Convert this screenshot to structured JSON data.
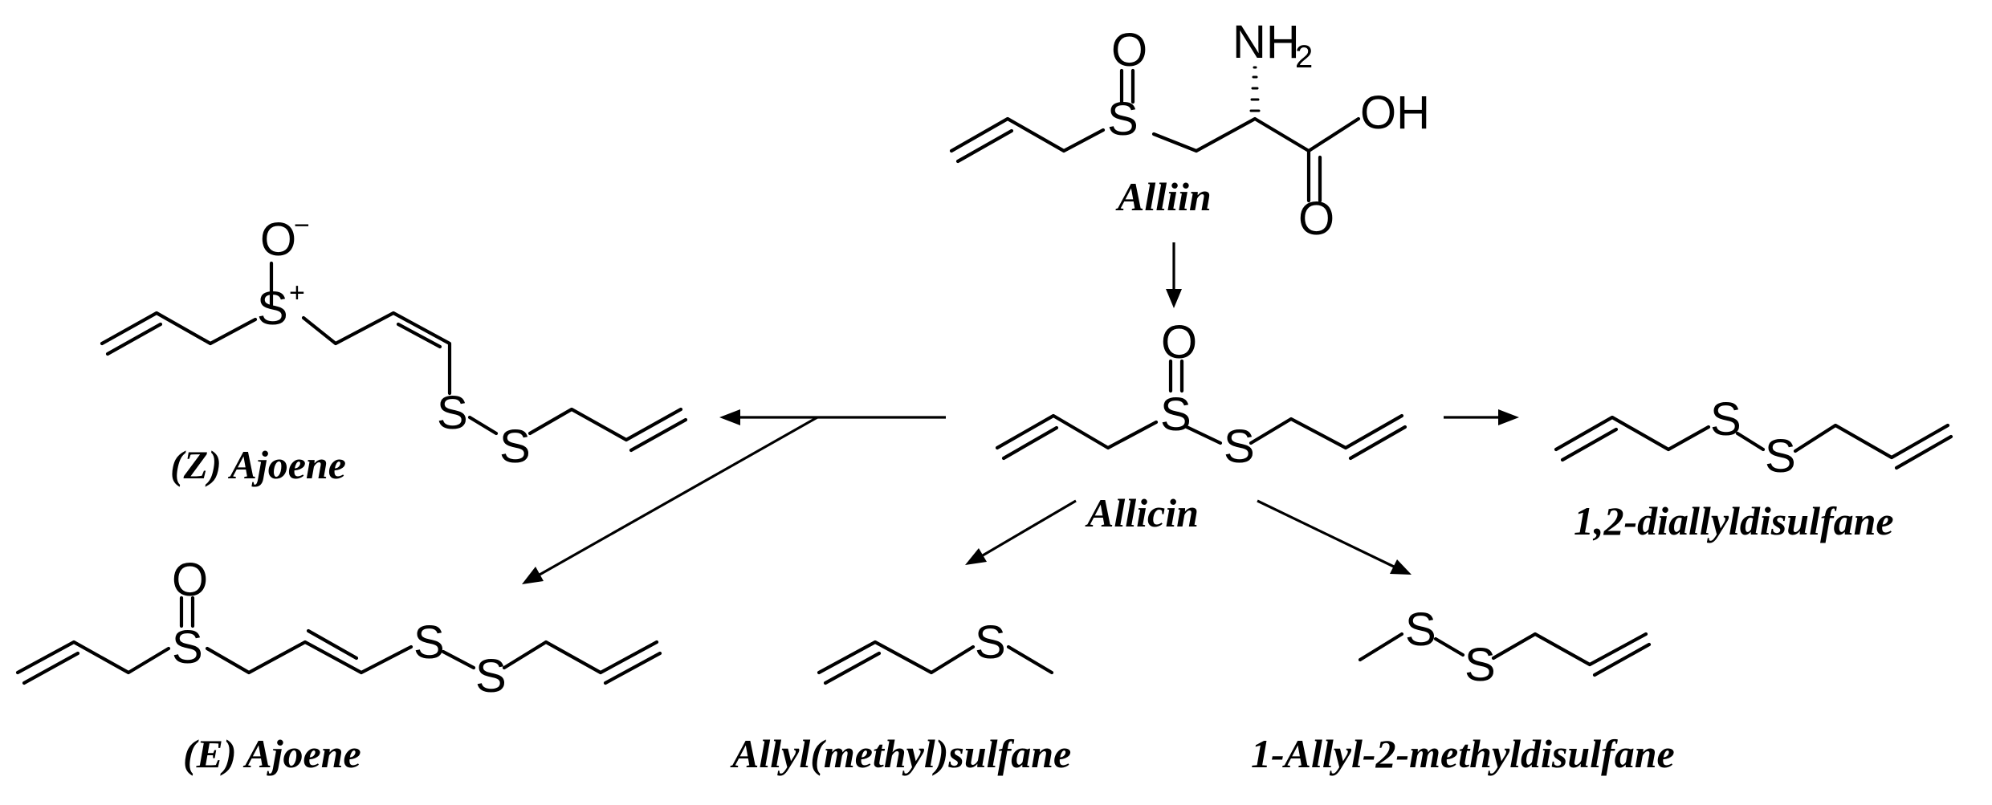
{
  "compounds": {
    "alliin": "Alliin",
    "allicin": "Allicin",
    "z_ajoene": "(Z) Ajoene",
    "e_ajoene": "(E) Ajoene",
    "diallyldisulfane": "1,2-diallyldisulfane",
    "allyl_methyl_sulfane": "Allyl(methyl)sulfane",
    "allyl_methyl_disulfane": "1-Allyl-2-methyldisulfane"
  },
  "atoms": {
    "sulfur": "S",
    "oxygen": "O",
    "nitrogen_h": "NH",
    "h_subscript": "2",
    "hydroxyl": "OH",
    "minus": "−",
    "plus": "+"
  },
  "colors": {
    "ink": "#000000",
    "background": "#ffffff"
  }
}
